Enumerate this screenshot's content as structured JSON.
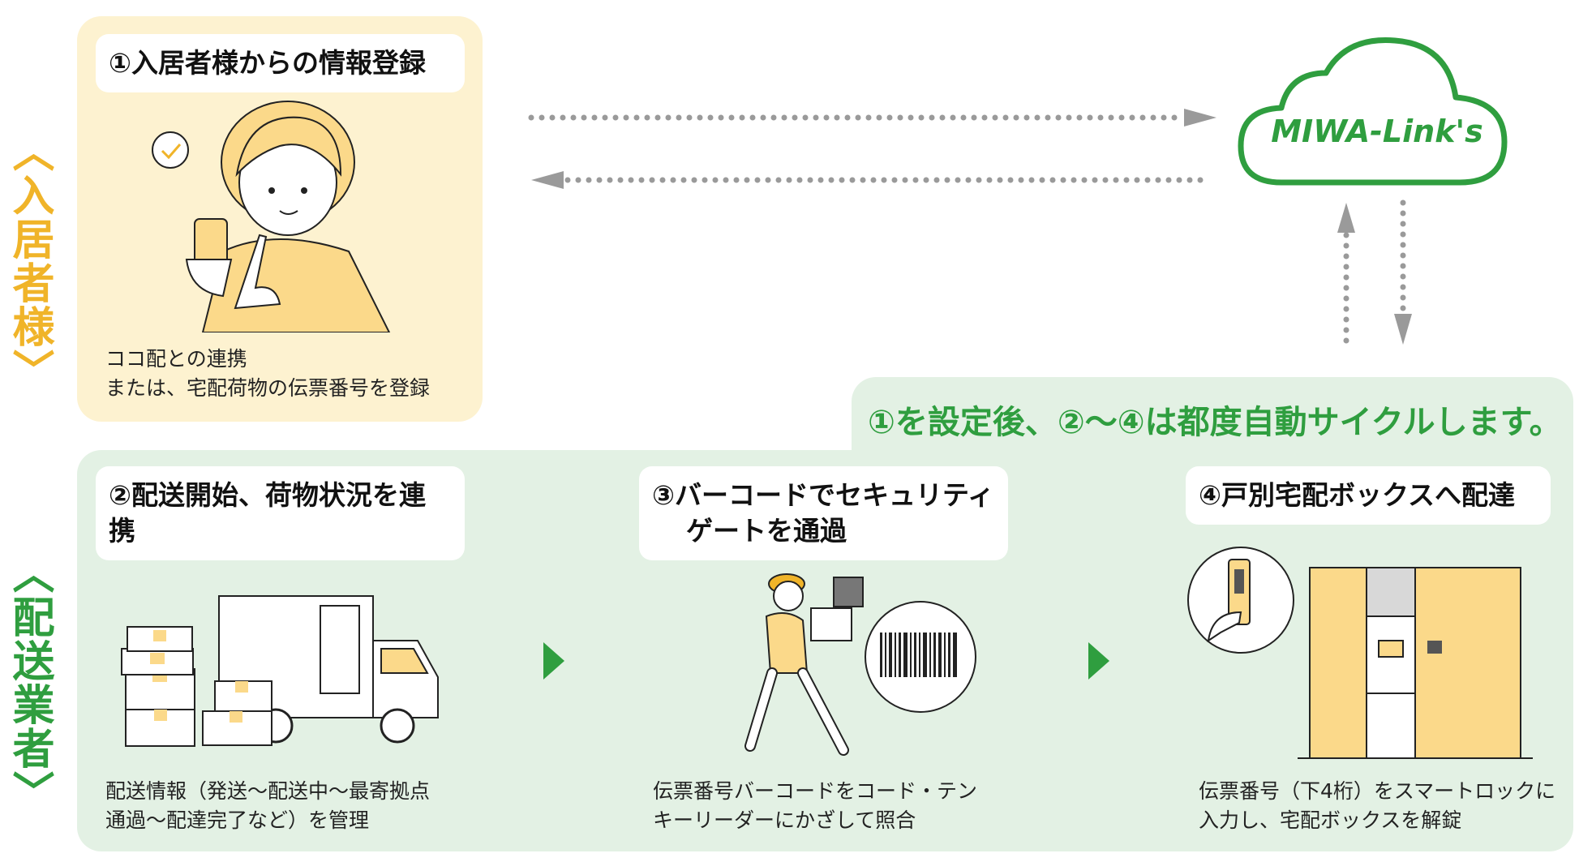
{
  "side_labels": {
    "resident": "〈入居者様〉",
    "delivery": "〈配送業者〉"
  },
  "cloud": {
    "brand": "MIWA-Link's",
    "brand_color": "#2f9e3f"
  },
  "colors": {
    "resident_panel": "#fdf2d0",
    "delivery_panel": "#e3f1e4",
    "accent_yellow": "#f0b429",
    "accent_green": "#2f9e3f",
    "arrow_gray": "#9a9a9a"
  },
  "tagline": "①を設定後、②～④は都度自動サイクルします。",
  "step1": {
    "title": "①入居者様からの情報登録",
    "desc_line1": "ココ配との連携",
    "desc_line2": "または、宅配荷物の伝票番号を登録"
  },
  "step2": {
    "title": "②配送開始、荷物状況を連携",
    "desc_line1": "配送情報（発送～配送中～最寄拠点",
    "desc_line2": "通過～配達完了など）を管理"
  },
  "step3": {
    "title_line1": "③バーコードでセキュリティ",
    "title_line2": "ゲートを通過",
    "desc_line1": "伝票番号バーコードをコード・テン",
    "desc_line2": "キーリーダーにかざして照合"
  },
  "step4": {
    "title": "④戸別宅配ボックスへ配達",
    "desc_line1": "伝票番号（下4桁）をスマートロックに",
    "desc_line2": "入力し、宅配ボックスを解錠"
  }
}
